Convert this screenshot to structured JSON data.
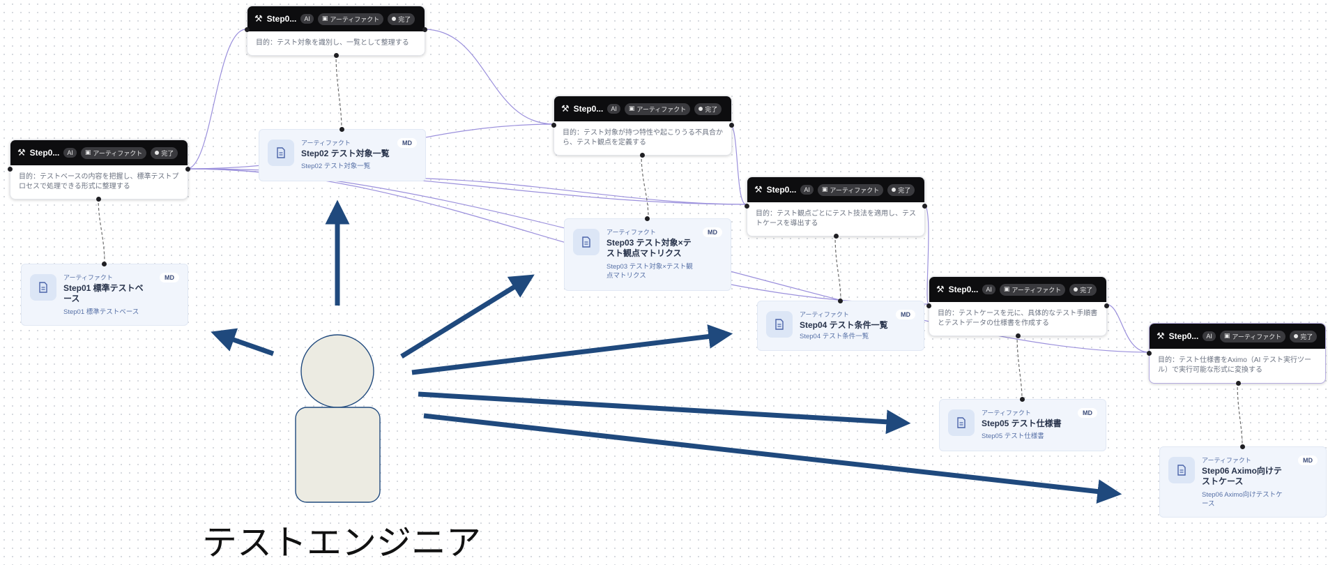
{
  "flow_nodes": [
    {
      "id": "s1",
      "title": "Step0...",
      "ai_badge": "AI",
      "artifact_chip": "アーティファクト",
      "status_chip": "完了",
      "desc": "目的：テストベースの内容を把握し、標準テストプロセスで処理できる形式に整理する"
    },
    {
      "id": "s2",
      "title": "Step0...",
      "ai_badge": "AI",
      "artifact_chip": "アーティファクト",
      "status_chip": "完了",
      "desc": "目的：テスト対象を識別し、一覧として整理する"
    },
    {
      "id": "s3",
      "title": "Step0...",
      "ai_badge": "AI",
      "artifact_chip": "アーティファクト",
      "status_chip": "完了",
      "desc": "目的：テスト対象が持つ特性や起こりうる不具合から、テスト観点を定義する"
    },
    {
      "id": "s4",
      "title": "Step0...",
      "ai_badge": "AI",
      "artifact_chip": "アーティファクト",
      "status_chip": "完了",
      "desc": "目的：テスト観点ごとにテスト技法を適用し、テストケースを導出する"
    },
    {
      "id": "s5",
      "title": "Step0...",
      "ai_badge": "AI",
      "artifact_chip": "アーティファクト",
      "status_chip": "完了",
      "desc": "目的：テストケースを元に、具体的なテスト手順書とテストデータの仕様書を作成する"
    },
    {
      "id": "s6",
      "title": "Step0...",
      "ai_badge": "AI",
      "artifact_chip": "アーティファクト",
      "status_chip": "完了",
      "desc": "目的：テスト仕様書をAximo（AI テスト実行ツール）で実行可能な形式に変換する"
    }
  ],
  "artifacts": [
    {
      "type": "アーティファクト",
      "title": "Step01 標準テストベース",
      "subtitle": "Step01 標準テストベース",
      "badge": "MD"
    },
    {
      "type": "アーティファクト",
      "title": "Step02 テスト対象一覧",
      "subtitle": "Step02 テスト対象一覧",
      "badge": "MD"
    },
    {
      "type": "アーティファクト",
      "title": "Step03 テスト対象×テスト観点マトリクス",
      "subtitle": "Step03 テスト対象×テスト観点マトリクス",
      "badge": "MD"
    },
    {
      "type": "アーティファクト",
      "title": "Step04 テスト条件一覧",
      "subtitle": "Step04 テスト条件一覧",
      "badge": "MD"
    },
    {
      "type": "アーティファクト",
      "title": "Step05 テスト仕様書",
      "subtitle": "Step05 テスト仕様書",
      "badge": "MD"
    },
    {
      "type": "アーティファクト",
      "title": "Step06 Aximo向けテストケース",
      "subtitle": "Step06 Aximo向けテストケース",
      "badge": "MD"
    }
  ],
  "actor": {
    "label": "テストエンジニア"
  },
  "colors": {
    "node_header": "#0d0d0f",
    "edge": "#9a8fdc",
    "artifact_bg": "#f1f5fc",
    "arrow": "#1f497d",
    "actor_fill": "#ecebe2"
  },
  "icons": {
    "node": "magic-wand-icon",
    "artifact": "document-icon",
    "artifact_chip": "archive-box-icon",
    "status": "status-dot-icon"
  }
}
